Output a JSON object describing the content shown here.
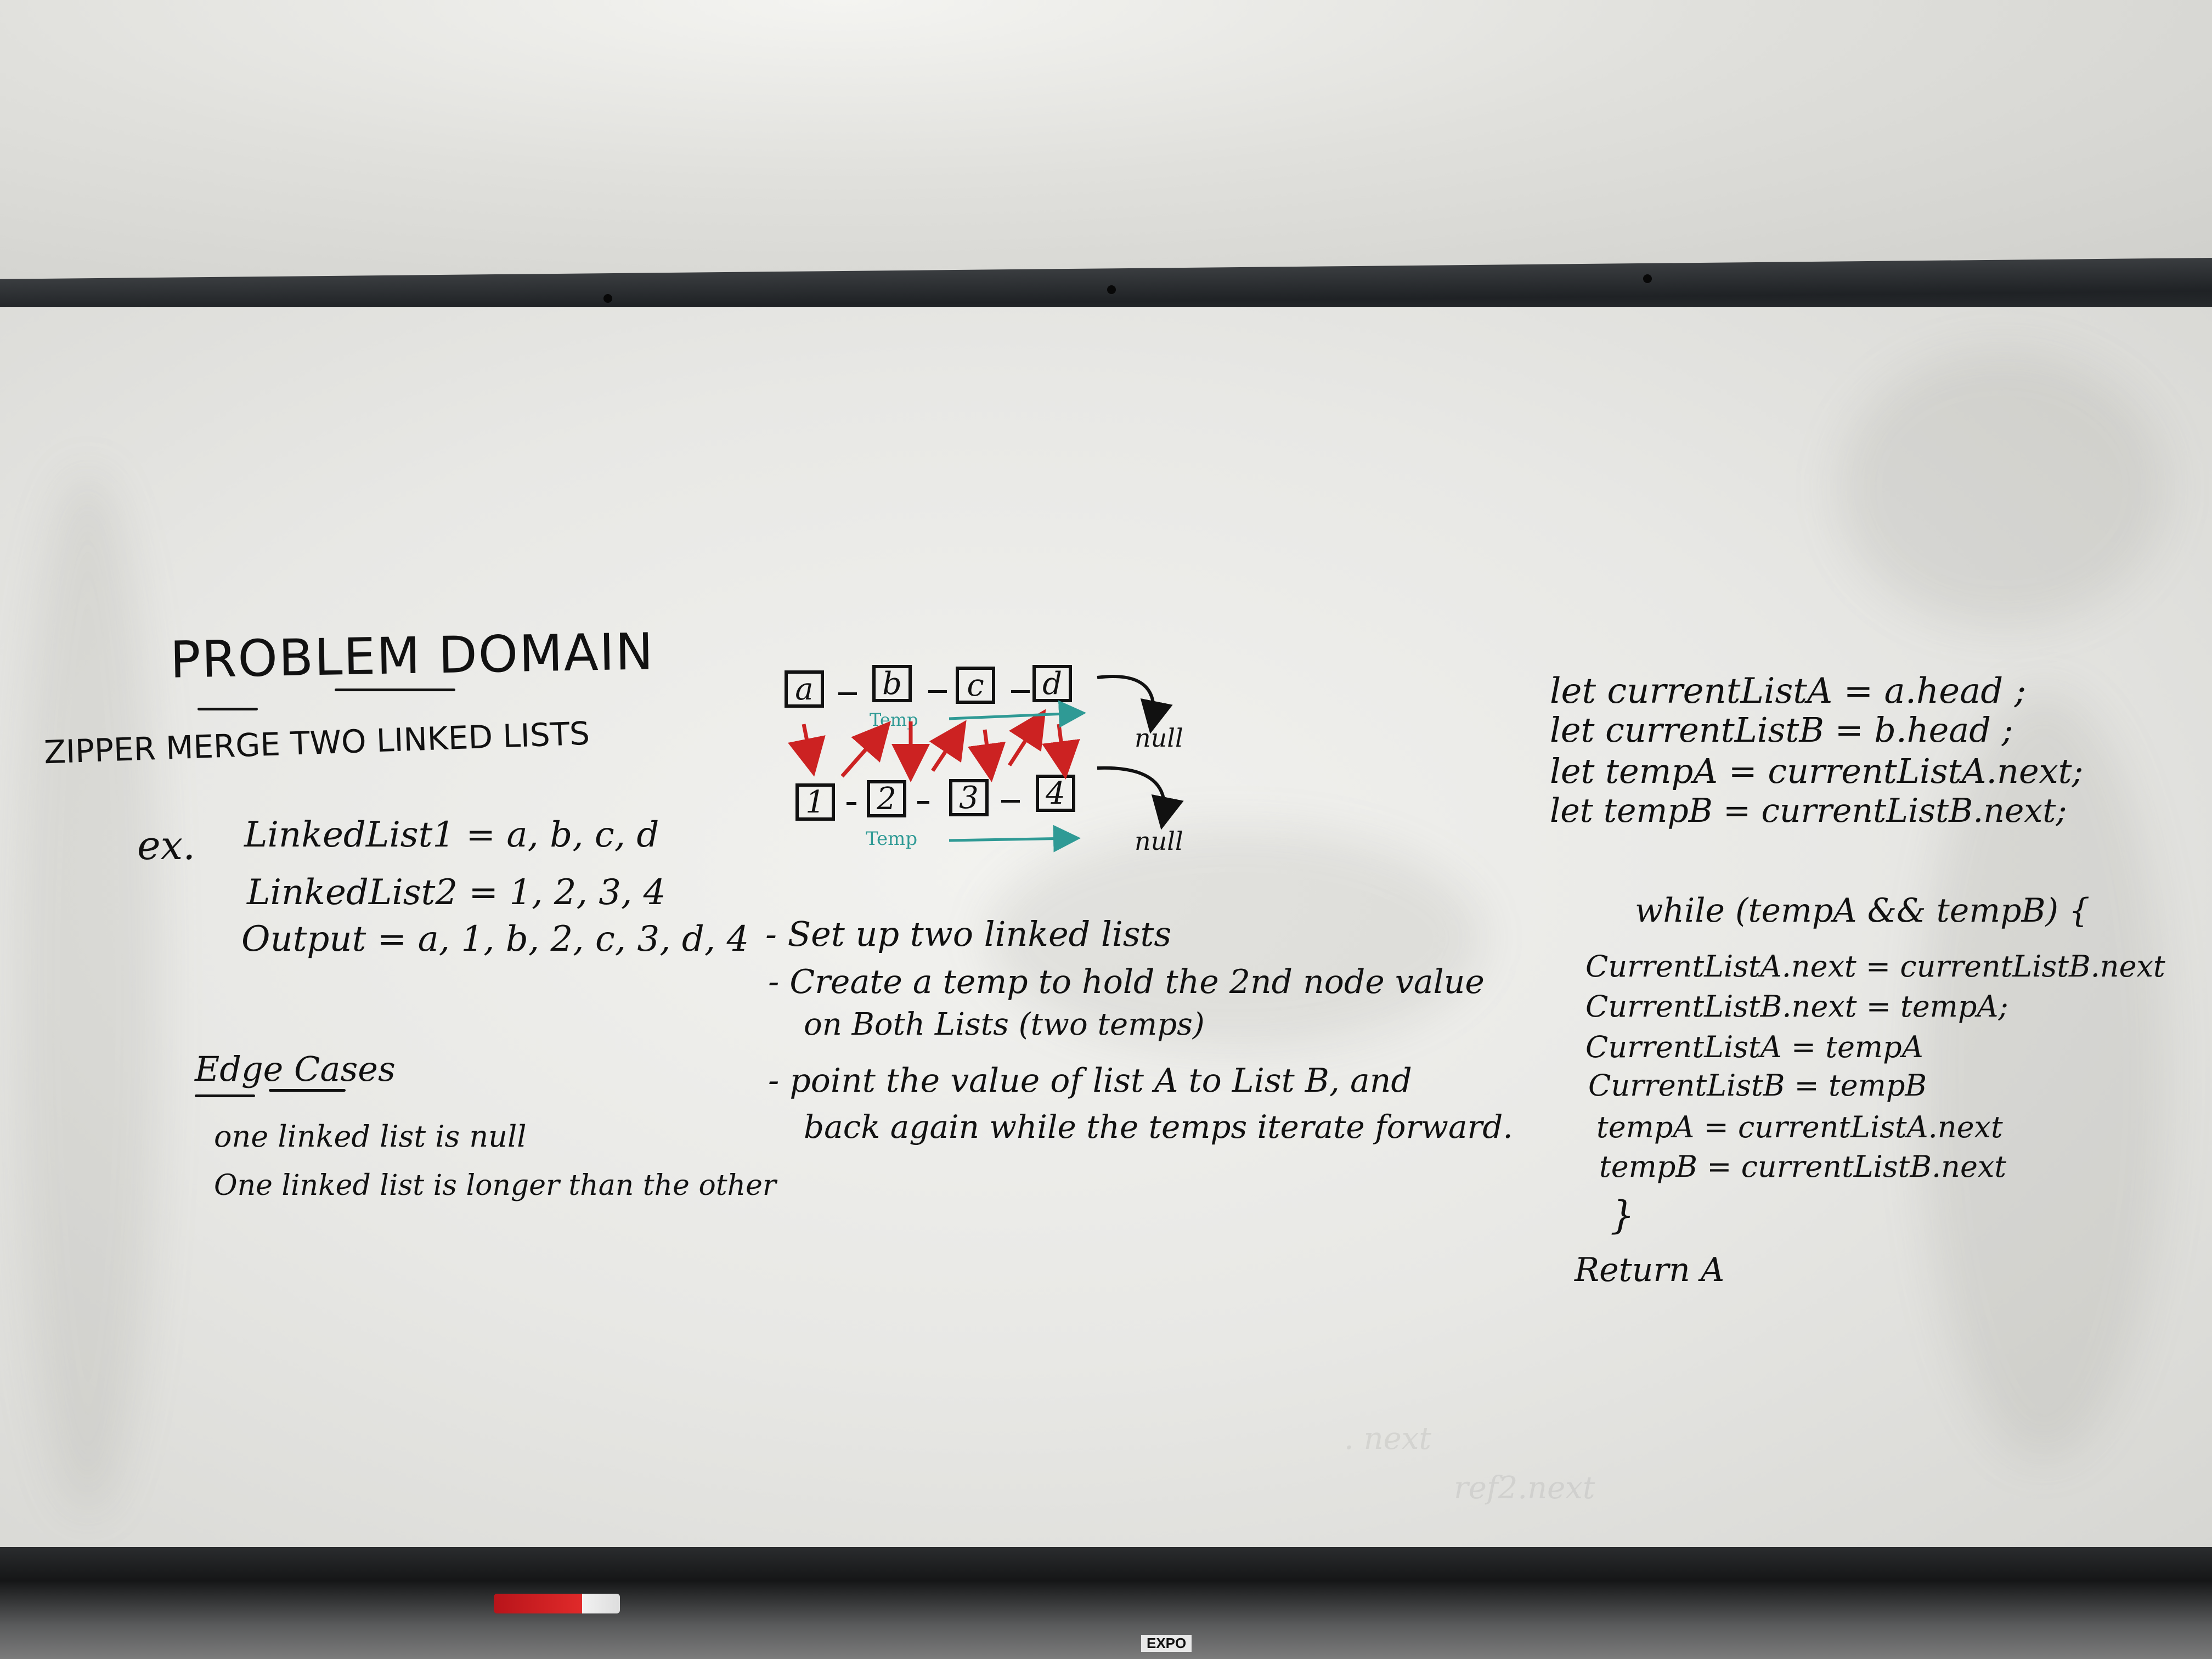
{
  "left": {
    "title": "PROBLEM DOMAIN",
    "subtitle": "ZIPPER MERGE TWO LINKED LISTS",
    "ex_label": "ex.",
    "lines": [
      "LinkedList1 = a, b, c, d",
      "LinkedList2 = 1, 2, 3, 4",
      "Output = a, 1, b, 2, c, 3, d, 4"
    ],
    "edge_title": "Edge Cases",
    "edge_lines": [
      "one linked list is null",
      "One linked list is longer than the other"
    ]
  },
  "diagram": {
    "list_a": [
      "a",
      "b",
      "c",
      "d"
    ],
    "list_b": [
      "1",
      "2",
      "3",
      "4"
    ],
    "temp_label": "Temp",
    "null_label": "null",
    "colors": {
      "ink": "#111111",
      "red": "#cc2222",
      "teal": "#2f9a95"
    }
  },
  "middle_notes": [
    "- Set up two linked lists",
    "- Create a temp to hold the 2nd node value",
    "on Both Lists (two temps)",
    "- point the value of list A to List B, and",
    "back again while the temps iterate forward."
  ],
  "code": [
    "let currentListA = a.head ;",
    "let currentListB =   b.head ;",
    "let tempA  = currentListA.next;",
    "let tempB = currentListB.next;",
    "while (tempA && tempB) {",
    "CurrentListA.next = currentListB.next",
    "CurrentListB.next = tempA;",
    "CurrentListA = tempA",
    "CurrentListB = tempB",
    "tempA = currentListA.next",
    "tempB = currentListB.next",
    "}",
    "Return A"
  ],
  "tray": {
    "marker_label": "EXPO"
  }
}
